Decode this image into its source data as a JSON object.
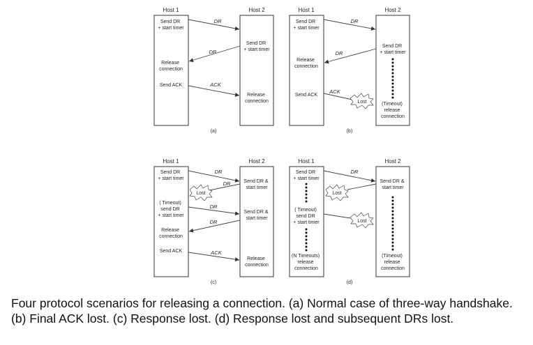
{
  "host1_title": "Host 1",
  "host2_title": "Host 2",
  "panel_a": {
    "label": "(a)",
    "dr1": "DR",
    "dr2": "DR",
    "ack": "ACK",
    "h1_send_dr": [
      "Send DR",
      "+ start timer"
    ],
    "h1_release": [
      "Release",
      "connection"
    ],
    "h1_send_ack": [
      "Send ACK"
    ],
    "h2_send_dr": [
      "Send DR",
      "+ start timer"
    ],
    "h2_release": [
      "Release",
      "connection"
    ]
  },
  "panel_b": {
    "label": "(b)",
    "dr1": "DR",
    "dr2": "DR",
    "ack": "ACK",
    "lost": "Lost",
    "h1_send_dr": [
      "Send DR",
      "+ start timer"
    ],
    "h1_release": [
      "Release",
      "connection"
    ],
    "h1_send_ack": [
      "Send ACK"
    ],
    "h2_send_dr": [
      "Send DR",
      "+ start timer"
    ],
    "h2_timeout": [
      "(Timeout)",
      "release",
      "connection"
    ]
  },
  "panel_c": {
    "label": "(c)",
    "dr1": "DR",
    "dr2": "DR",
    "dr3": "DR",
    "dr4": "DR",
    "ack": "ACK",
    "lost": "Lost",
    "h1_send_dr": [
      "Send DR",
      "+ start timer"
    ],
    "h1_timeout": [
      "( Timeout)",
      "send DR",
      "+ start timer"
    ],
    "h1_release": [
      "Release",
      "connection"
    ],
    "h1_send_ack": [
      "Send ACK"
    ],
    "h2_send_dr1": [
      "Send DR &",
      "start timer"
    ],
    "h2_send_dr2": [
      "Send DR &",
      "start timer"
    ],
    "h2_release": [
      "Release",
      "connection"
    ]
  },
  "panel_d": {
    "label": "(d)",
    "dr1": "DR",
    "lost1": "Lost",
    "lost2": "Lost",
    "h1_send_dr": [
      "Send DR",
      "+ start timer"
    ],
    "h1_timeout": [
      "( Timeout)",
      "send DR",
      "+ start timer"
    ],
    "h1_n_timeouts": [
      "(N Timeouts)",
      "release",
      "connection"
    ],
    "h2_send_dr": [
      "Send DR &",
      "start timer"
    ],
    "h2_timeout": [
      "(Timeout)",
      "release",
      "connection"
    ]
  },
  "caption": "Four protocol scenarios for releasing a connection. (a) Normal case of three-way handshake. (b) Final ACK lost. (c) Response lost. (d) Response lost and subsequent DRs lost."
}
